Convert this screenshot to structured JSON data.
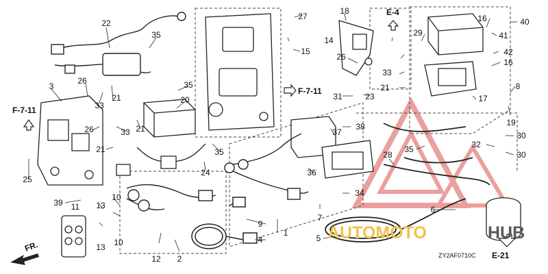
{
  "diagram": {
    "code": "ZY2AF0710C",
    "watermark": {
      "part_a": "AUTOMOTO",
      "part_b": "HUB",
      "color_a": "#f2c14e",
      "color_b": "#5a5a5a",
      "logo_color": "#d9534f"
    },
    "direction": {
      "label": "FR."
    },
    "refs": {
      "f711_left": "F-7-11",
      "f711_mid": "F-7-11",
      "e4": "E-4",
      "e21": "E-21"
    },
    "callouts": {
      "c1": "1",
      "c2": "2",
      "c3": "3",
      "c4": "4",
      "c5": "5",
      "c6": "6",
      "c7": "7",
      "c8": "8",
      "c9": "9",
      "c10a": "10",
      "c10b": "10",
      "c11": "11",
      "c12": "12",
      "c13a": "13",
      "c13b": "13",
      "c14": "14",
      "c15": "15",
      "c16a": "16",
      "c16b": "16",
      "c17": "17",
      "c18": "18",
      "c19": "19",
      "c20": "20",
      "c21a": "21",
      "c21b": "21",
      "c21c": "21",
      "c21d": "21",
      "c22": "22",
      "c23": "23",
      "c24": "24",
      "c25": "25",
      "c26a": "26",
      "c26b": "26",
      "c26c": "26",
      "c27": "27",
      "c28": "28",
      "c29": "29",
      "c30a": "30",
      "c30b": "30",
      "c31": "31",
      "c32": "32",
      "c33a": "33",
      "c33b": "33",
      "c33c": "33",
      "c34": "34",
      "c35a": "35",
      "c35b": "35",
      "c35c": "35",
      "c35d": "35",
      "c36": "36",
      "c37": "37",
      "c38": "38",
      "c39": "39",
      "c40": "40",
      "c41": "41",
      "c42": "42"
    }
  }
}
